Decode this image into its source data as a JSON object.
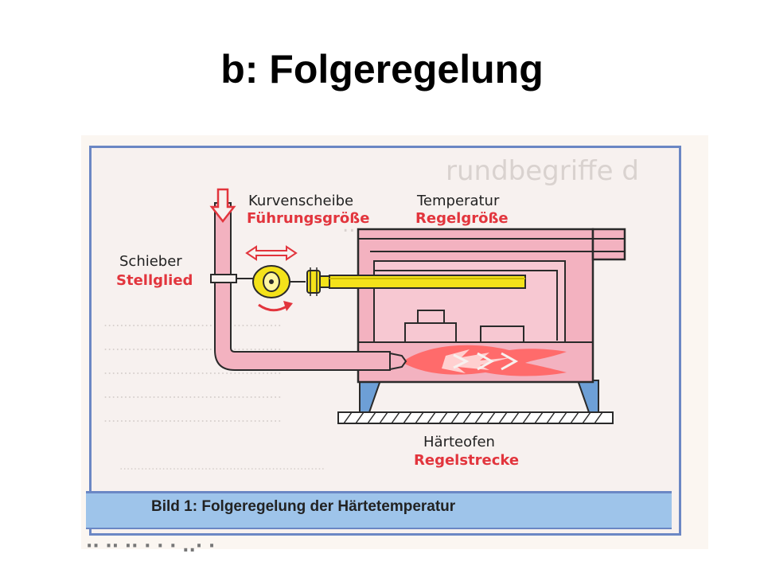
{
  "slide": {
    "title": "b: Folgeregelung"
  },
  "figure": {
    "labels": {
      "cam_name": "Kurvenscheibe",
      "cam_role": "Führungsgröße",
      "temperature_name": "Temperatur",
      "temperature_role": "Regelgröße",
      "slider_name": "Schieber",
      "slider_role": "Stellglied",
      "furnace_name": "Härteofen",
      "furnace_role": "Regelstrecke"
    },
    "caption": "Bild 1: Folgeregelung der Härtetemperatur"
  },
  "colors": {
    "furnace_pink": "#f3b2c0",
    "furnace_outline": "#2a2a2a",
    "flame_red": "#ff5a5a",
    "probe_yellow": "#f4e21a",
    "arrow_red": "#e2353d",
    "frame_blue": "#6b87c4",
    "caption_blue": "#9ec4ea",
    "base_blue": "#6d9fd6"
  },
  "icons": [
    "down-arrow-icon",
    "double-arrow-icon",
    "curved-arrow-icon"
  ]
}
